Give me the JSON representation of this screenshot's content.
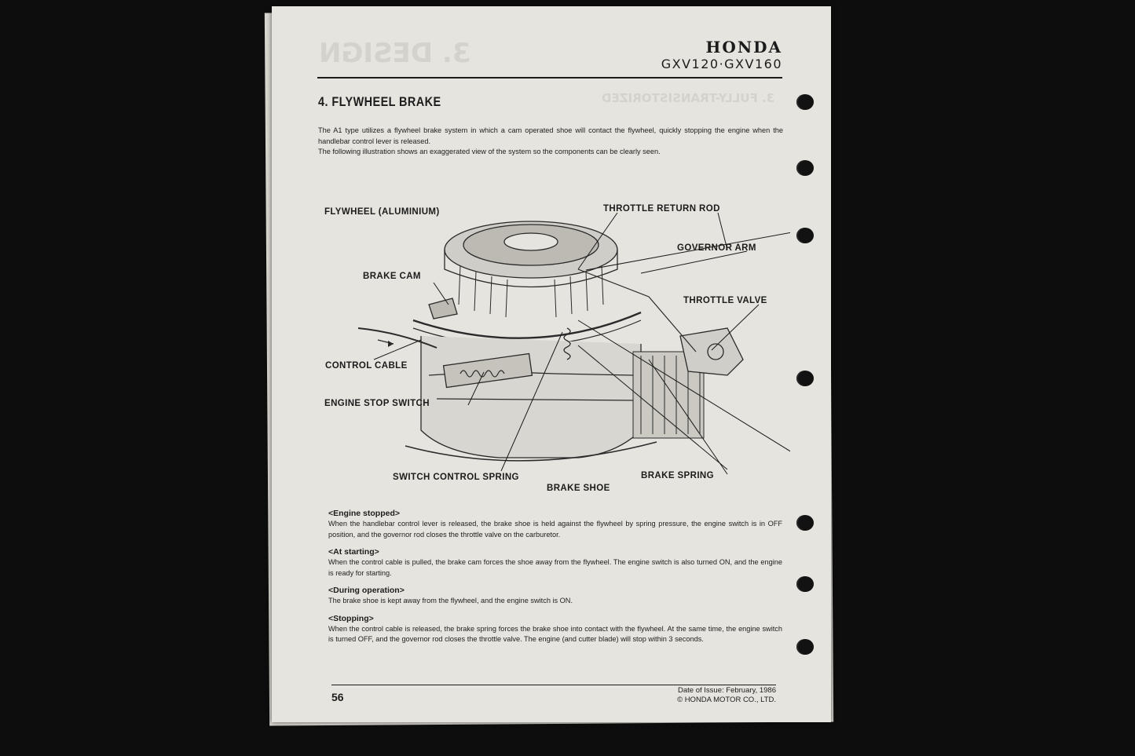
{
  "header": {
    "brand": "HONDA",
    "model": "GXV120·GXV160"
  },
  "section": {
    "title": "4. FLYWHEEL BRAKE",
    "intro_1": "The A1 type utilizes a flywheel brake system in which a cam operated shoe will contact the flywheel, quickly stopping the engine when the handlebar control lever is released.",
    "intro_2": "The following illustration shows an exaggerated view of the system so the components can be clearly seen."
  },
  "diagram": {
    "labels": {
      "flywheel": "FLYWHEEL (ALUMINIUM)",
      "throttle_return_rod": "THROTTLE RETURN ROD",
      "governor_arm": "GOVERNOR ARM",
      "brake_cam": "BRAKE CAM",
      "throttle_valve": "THROTTLE VALVE",
      "control_cable": "CONTROL CABLE",
      "engine_stop_switch": "ENGINE STOP SWITCH",
      "switch_control_spring": "SWITCH CONTROL SPRING",
      "brake_shoe": "BRAKE SHOE",
      "brake_spring": "BRAKE SPRING"
    }
  },
  "states": [
    {
      "title": "<Engine stopped>",
      "body": "When the handlebar control lever is released, the brake shoe is held against the flywheel by spring pressure, the engine switch is in OFF position, and the governor rod closes the throttle valve on the carburetor."
    },
    {
      "title": "<At starting>",
      "body": "When the control cable is pulled, the brake cam forces the shoe away from the flywheel. The engine switch is also turned ON, and the engine is ready for starting."
    },
    {
      "title": "<During operation>",
      "body": "The brake shoe is kept away from the flywheel, and the engine switch is ON."
    },
    {
      "title": "<Stopping>",
      "body": "When the control cable is released, the brake spring forces the brake shoe into contact with the flywheel. At the same time, the engine switch is turned OFF, and the governor rod closes the throttle valve. The engine (and cutter blade) will stop within 3 seconds."
    }
  ],
  "footer": {
    "page_number": "56",
    "date_of_issue": "Date of Issue: February, 1986",
    "copyright": "© HONDA MOTOR CO., LTD."
  }
}
